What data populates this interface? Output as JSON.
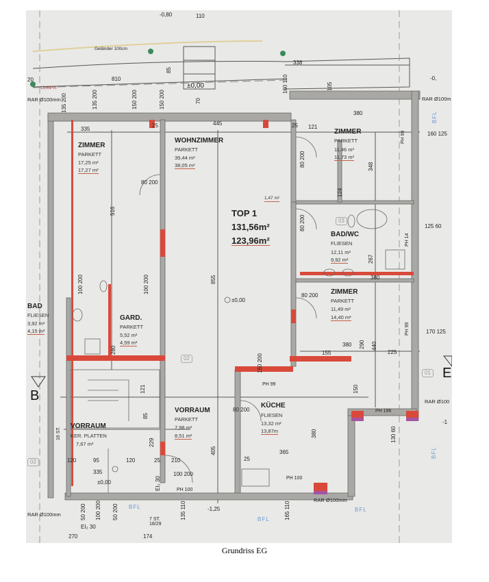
{
  "rooms": {
    "zimmer_left": {
      "name": "ZIMMER",
      "floor": "PARKETT",
      "area1": "17,25 m²",
      "area2": "17,27 m²"
    },
    "wohnzimmer": {
      "name": "WOHNZIMMER",
      "floor": "PARKETT",
      "area1": "39,44 m²",
      "area2": "38,05 m²"
    },
    "zimmer_top_right": {
      "name": "ZIMMER",
      "floor": "PARKETT",
      "area1": "11,46 m²",
      "area2": "11,73 m²"
    },
    "bad_wc": {
      "name": "BAD/WC",
      "floor": "FLIESEN",
      "area1": "12,11 m²",
      "area2": "9,92 m²"
    },
    "zimmer_right": {
      "name": "ZIMMER",
      "floor": "PARKETT",
      "area1": "11,49 m²",
      "area2": "14,40 m²"
    },
    "bad": {
      "name": "BAD",
      "floor": "FLIESEN",
      "area1": "3,92 m²",
      "area2": "4,15 m²"
    },
    "gard": {
      "name": "GARD.",
      "floor": "PARKETT",
      "area1": "5,52 m²",
      "area2": "4,59 m²"
    },
    "vorraum_mid": {
      "name": "VORRAUM",
      "floor": "PARKETT",
      "area1": "7,98 m²",
      "area2": "8,51 m²"
    },
    "kueche": {
      "name": "KÜCHE",
      "floor": "FLIESEN",
      "area1": "13,32 m²",
      "area2": "13,87m"
    },
    "vorraum_left": {
      "name": "VORRAUM",
      "floor": "KER. PLATTEN",
      "area1": "7,67 m²"
    }
  },
  "top": {
    "name": "TOP 1",
    "area1": "131,56m²",
    "area2": "123,96m²",
    "small_area": "1,47 m²"
  },
  "levels": {
    "top": "-0,80",
    "terrace": "±0,00",
    "center": "±0,00",
    "entry": "±0,00",
    "bottom": "-1,25",
    "right_top": "-0,",
    "right_mid": "-1"
  },
  "labels": {
    "gelaender": "Geländer 100cm",
    "length": "16,61 m",
    "rar": "RAR Ø100mm",
    "rar_right": "RAR Ø100m",
    "rar_bottom": "RAR Ø100mm",
    "rar_mid": "RAR Ø100",
    "bfl": "BFL",
    "ph99": "PH 99",
    "ph99b": "PH 99",
    "ph99c": "PH 99",
    "ph14": "PH 14",
    "ph196": "PH 196",
    "ph100a": "PH 100",
    "ph100b": "PH 100",
    "ei30": "EI₂ 30",
    "ei30b": "EI₂ 30",
    "stairs": "7 ST. 18/29",
    "stairs_left": "16 ST.",
    "tag02": "02",
    "tag02b": "02",
    "tag03": "03",
    "tag01": "01",
    "axis_b": "B",
    "axis_e": "E"
  },
  "dims": {
    "d110": "110",
    "d85": "85",
    "d810": "810",
    "d338": "338",
    "d160_110": "160 110",
    "d105": "105",
    "d20": "20",
    "d135_200a": "135 200",
    "d135_200b": "135 200",
    "d150_200a": "150 200",
    "d150_200b": "150 200",
    "d70": "70",
    "d335": "335",
    "d25a": "25",
    "d445": "445",
    "d25b": "25",
    "d121": "121",
    "d380a": "380",
    "d160_125": "160 125",
    "d516": "516",
    "d855": "855",
    "d348": "348",
    "d124": "124",
    "d80_200a": "80 200",
    "d80_200b": "80 200",
    "d80_200c": "80 200",
    "d80_200d": "80 200",
    "d125_60": "125 60",
    "d267": "267",
    "d380b": "380",
    "d100_200a": "100 200",
    "d100_200b": "100 200",
    "d280": "280",
    "d290": "290",
    "d440": "440",
    "d170_125": "170 125",
    "d380c": "380",
    "d155": "155",
    "d225": "225",
    "d150_200c": "150 200",
    "d150": "150",
    "d121b": "121",
    "d85b": "85",
    "d229": "229",
    "d405": "405",
    "d380d": "380",
    "d365": "365",
    "d130_60": "130 60",
    "d120a": "120",
    "d95": "95",
    "d120b": "120",
    "d25c": "25",
    "d210": "210",
    "d25d": "25",
    "d335b": "335",
    "d100_200c": "100 200",
    "d50_200a": "50 200",
    "d100_200d": "100 200",
    "d50_200b": "50 200",
    "d135_110": "135 110",
    "d165_110": "165 110",
    "d270": "270",
    "d174": "174"
  },
  "caption": "Grundriss EG",
  "colors": {
    "wall": "#a9a8a4",
    "new_wall": "#d9493a",
    "paper": "#e9e9e7",
    "violet": "#a454a0"
  }
}
